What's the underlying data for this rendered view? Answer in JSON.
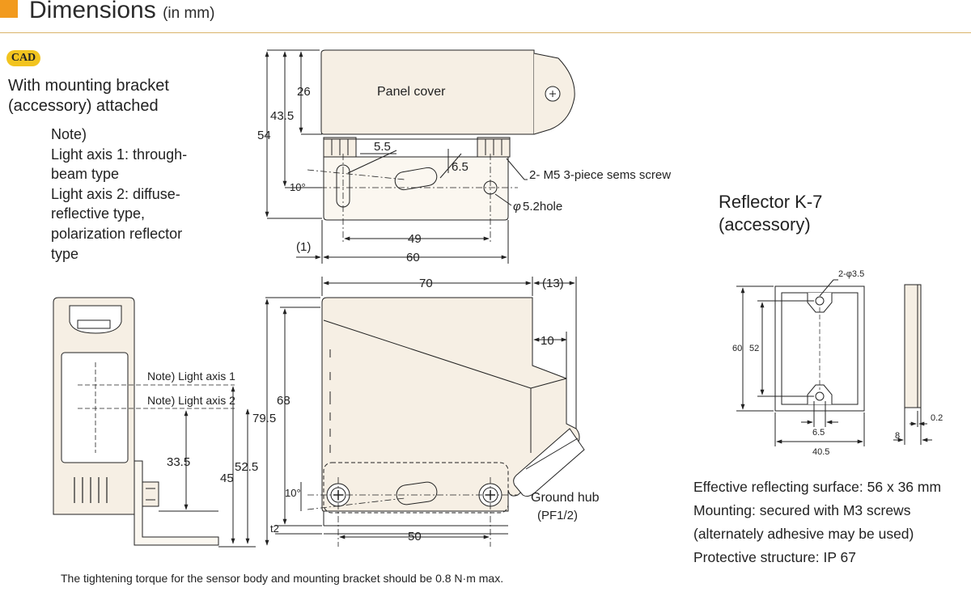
{
  "header": {
    "title": "Dimensions",
    "unit": "(in mm)"
  },
  "cad_badge": "CAD",
  "section_title": [
    "With mounting bracket",
    "(accessory) attached"
  ],
  "note": [
    "Note)",
    "Light axis 1: through-",
    "beam type",
    "Light axis 2: diffuse-",
    "reflective type,",
    "polarization reflector",
    "type"
  ],
  "top_view": {
    "panel_cover": "Panel cover",
    "dim_26": "26",
    "dim_43_5": "43.5",
    "dim_54": "54",
    "dim_5_5": "5.5",
    "dim_6_5": "6.5",
    "angle": "10°",
    "screw": "2- M5 3-piece sems screw",
    "hole_symbol": "φ",
    "hole": "5.2hole",
    "dim_1": "(1)",
    "dim_49": "49",
    "dim_60": "60"
  },
  "side_view": {
    "dim_70": "70",
    "dim_13": "(13)",
    "dim_10": "10",
    "axis1": "Note) Light axis 1",
    "axis2": "Note) Light axis 2",
    "dim_33_5": "33.5",
    "dim_52_5": "52.5",
    "dim_45": "45",
    "dim_68": "68",
    "dim_79_5": "79.5",
    "angle": "10°",
    "t2": "t2",
    "dim_50": "50",
    "ground_hub": "Ground hub",
    "ground_hub_spec": "(PF1/2)"
  },
  "reflector": {
    "title": [
      "Reflector K-7",
      "(accessory)"
    ],
    "holes": "2-φ3.5",
    "dim_60": "60",
    "dim_52": "52",
    "dim_6_5": "6.5",
    "dim_40_5": "40.5",
    "dim_0_2": "0.2",
    "dim_8": "8"
  },
  "specs": [
    "Effective reflecting surface: 56 x 36 mm",
    "Mounting: secured with M3 screws",
    "(alternately adhesive may be used)",
    "Protective structure: IP 67"
  ],
  "footer": "The tightening torque for the sensor body and mounting bracket should be 0.8 N·m max.",
  "colors": {
    "accent": "#f29a1e",
    "rule": "#d9b46a",
    "badge": "#f2c41f",
    "body_fill": "#f6efe4"
  }
}
